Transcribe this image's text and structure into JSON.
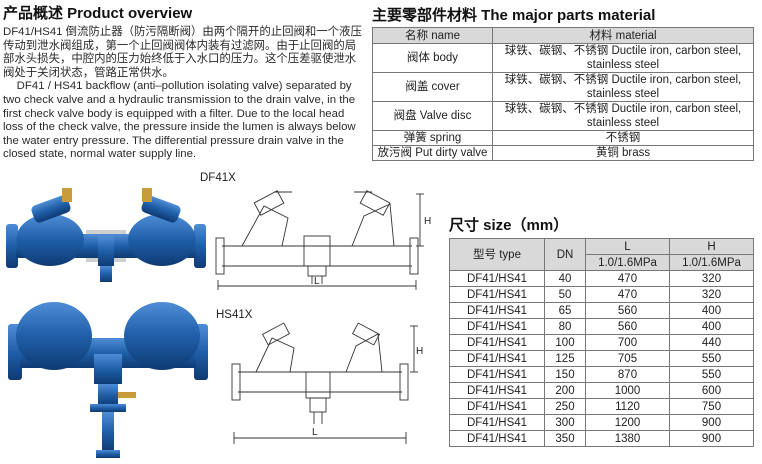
{
  "overview": {
    "title": "产品概述 Product overview",
    "para_cn": "DF41/HS41 倒流防止器（防污隔断阀）由两个隔开的止回阀和一个液压传动到泄水阀组成，第一个止回阀阀体内装有过滤网。由于止回阀的局部水头损失，中腔内的压力始终低于入水口的压力。这个压差驱使泄水阀处于关闭状态，管路正常供水。",
    "para_en": "DF41 / HS41 backflow (anti–pollution isolating valve) separated by two check valve and a hydraulic transmission to the drain valve, in the first check valve body is equipped with a filter. Due to the local head loss of the check valve, the pressure inside the lumen is always below the water entry pressure. The differential pressure drain valve in the closed state, normal water supply line."
  },
  "materials": {
    "title": "主要零部件材料 The major parts material",
    "headers": [
      "名称 name",
      "材料 material"
    ],
    "rows": [
      [
        "阀体 body",
        "球铁、碳钢、不锈钢 Ductile iron, carbon steel, stainless steel"
      ],
      [
        "阀盖 cover",
        "球铁、碳钢、不锈钢 Ductile iron, carbon steel, stainless steel"
      ],
      [
        "阀盘 Valve disc",
        "球铁、碳钢、不锈钢 Ductile iron, carbon steel, stainless steel"
      ],
      [
        "弹簧 spring",
        "不锈钢"
      ],
      [
        "放污阀 Put dirty valve",
        "黄铜 brass"
      ]
    ]
  },
  "drawings": {
    "df41_label": "DF41X",
    "hs41_label": "HS41X",
    "dim_h": "H",
    "dim_l": "L"
  },
  "size": {
    "title": "尺寸 size（mm）",
    "head_type": "型号 type",
    "head_dn": "DN",
    "head_l": "L",
    "head_h": "H",
    "head_l_sub": "1.0/1.6MPa",
    "head_h_sub": "1.0/1.6MPa",
    "rows": [
      [
        "DF41/HS41",
        "40",
        "470",
        "320"
      ],
      [
        "DF41/HS41",
        "50",
        "470",
        "320"
      ],
      [
        "DF41/HS41",
        "65",
        "560",
        "400"
      ],
      [
        "DF41/HS41",
        "80",
        "560",
        "400"
      ],
      [
        "DF41/HS41",
        "100",
        "700",
        "440"
      ],
      [
        "DF41/HS41",
        "125",
        "705",
        "550"
      ],
      [
        "DF41/HS41",
        "150",
        "870",
        "550"
      ],
      [
        "DF41/HS41",
        "200",
        "1000",
        "600"
      ],
      [
        "DF41/HS41",
        "250",
        "1120",
        "750"
      ],
      [
        "DF41/HS41",
        "300",
        "1200",
        "900"
      ],
      [
        "DF41/HS41",
        "350",
        "1380",
        "900"
      ]
    ]
  },
  "colors": {
    "valve_blue": "#1f5fa8",
    "header_gray": "#d9d9d9"
  }
}
